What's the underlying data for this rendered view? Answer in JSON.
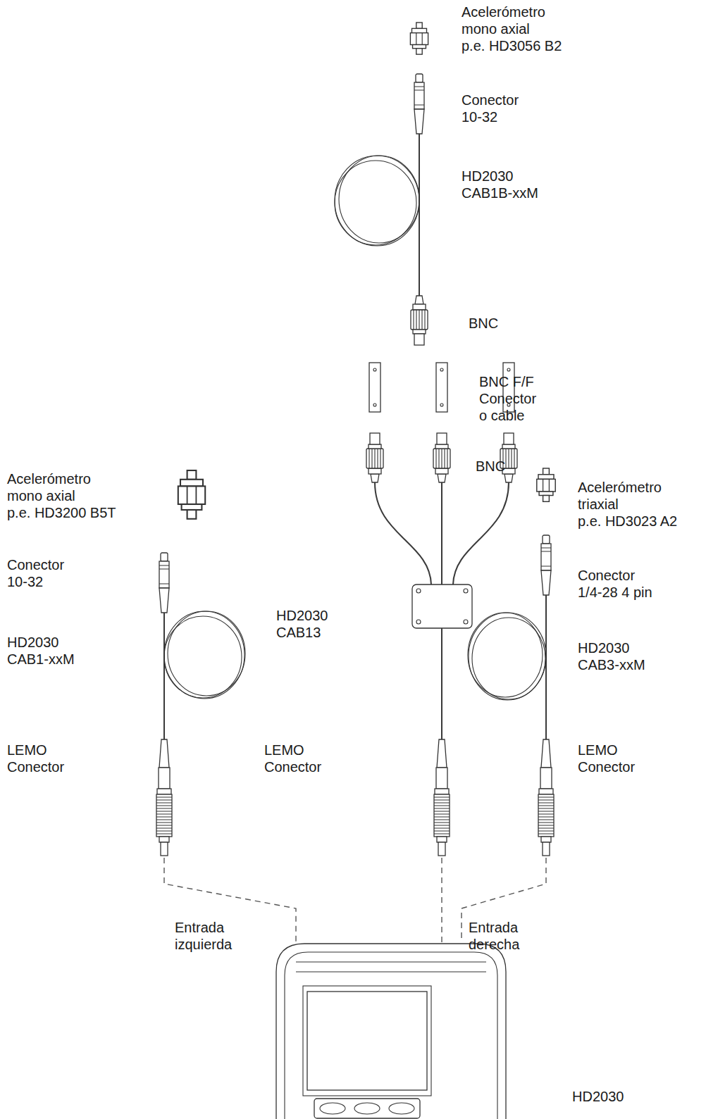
{
  "diagram": {
    "labels": [
      "Acelerómetro",
      "mono axial",
      "p.e. HD3056 B2",
      "Conector",
      "10-32",
      "HD2030",
      "CAB1B-xxM",
      "BNC",
      "BNC F/F",
      "Conector",
      "o cable",
      "BNC",
      "Acelerómetro",
      "mono axial",
      "p.e. HD3200 B5T",
      "Acelerómetro",
      "triaxial",
      "p.e. HD3023 A2",
      "Conector",
      "10-32",
      "Conector",
      "1/4-28 4 pin",
      "HD2030",
      "CAB13",
      "HD2030",
      "CAB1-xxM",
      "HD2030",
      "CAB3-xxM",
      "LEMO",
      "Conector",
      "LEMO",
      "Conector",
      "LEMO",
      "Conector",
      "Entrada",
      "izquierda",
      "Entrada",
      "derecha",
      "HD2030"
    ]
  }
}
